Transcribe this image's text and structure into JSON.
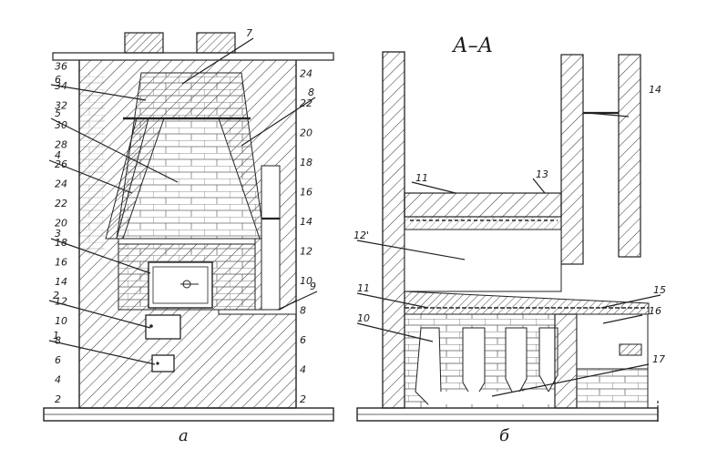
{
  "section_title": "А–А",
  "captions": {
    "left": "а",
    "right": "б"
  },
  "row_numbers_left": [
    "2",
    "4",
    "6",
    "8",
    "10",
    "12",
    "14",
    "16",
    "18",
    "20",
    "22",
    "24",
    "26",
    "28",
    "30",
    "32",
    "34",
    "36"
  ],
  "row_numbers_right": [
    "2",
    "4",
    "6",
    "8",
    "10",
    "12",
    "14",
    "16",
    "18",
    "20",
    "22",
    "24"
  ],
  "left_labels": [
    "1",
    "2",
    "3",
    "4",
    "5",
    "6",
    "7",
    "8",
    "9"
  ],
  "right_labels": [
    "10",
    "11",
    "11",
    "12'",
    "13",
    "14",
    "15",
    "16",
    "17"
  ],
  "colors": {
    "ink": "#222222",
    "paper": "#ffffff"
  }
}
